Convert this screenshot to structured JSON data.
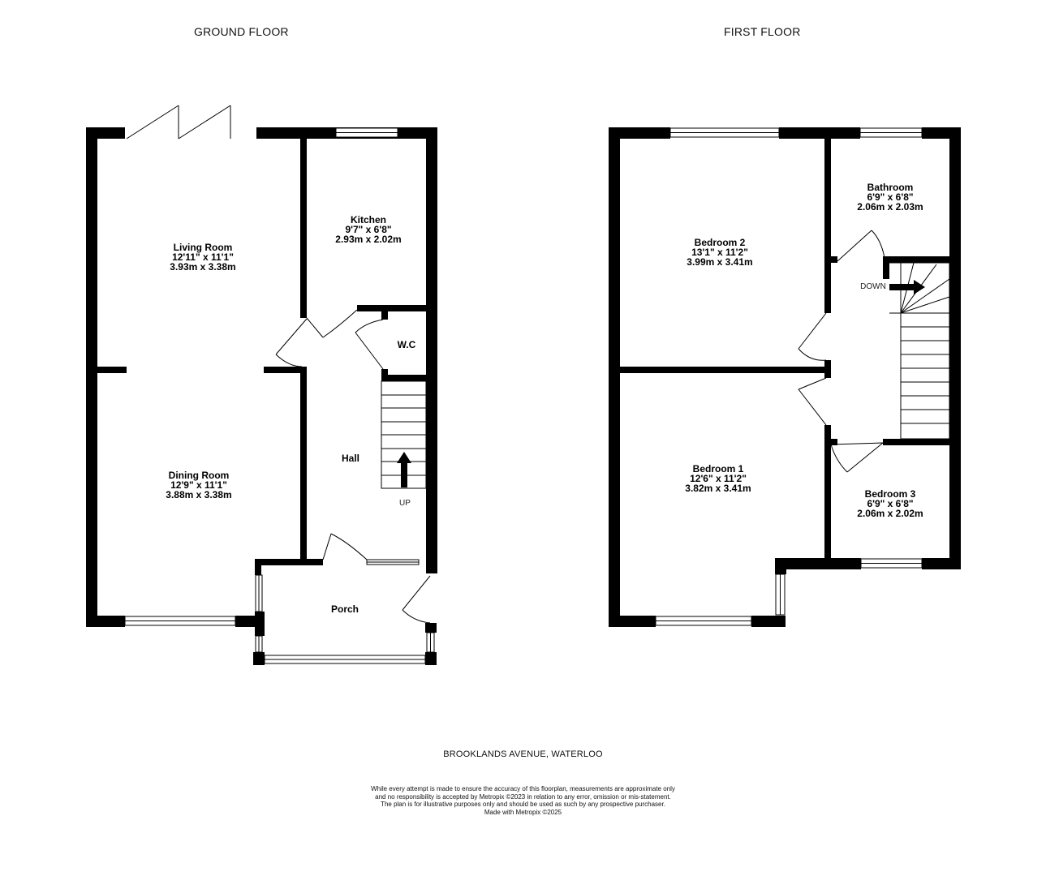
{
  "floors": {
    "ground_title": "GROUND FLOOR",
    "first_title": "FIRST FLOOR"
  },
  "rooms": {
    "living_room": {
      "name": "Living Room",
      "imperial": "12'11\" x 11'1\"",
      "metric": "3.93m x 3.38m"
    },
    "kitchen": {
      "name": "Kitchen",
      "imperial": "9'7\" x 6'8\"",
      "metric": "2.93m x 2.02m"
    },
    "dining_room": {
      "name": "Dining Room",
      "imperial": "12'9\" x 11'1\"",
      "metric": "3.88m x 3.38m"
    },
    "wc": {
      "name": "W.C"
    },
    "hall": {
      "name": "Hall"
    },
    "porch": {
      "name": "Porch"
    },
    "bedroom_2": {
      "name": "Bedroom 2",
      "imperial": "13'1\" x 11'2\"",
      "metric": "3.99m x 3.41m"
    },
    "bathroom": {
      "name": "Bathroom",
      "imperial": "6'9\" x 6'8\"",
      "metric": "2.06m x 2.03m"
    },
    "bedroom_1": {
      "name": "Bedroom 1",
      "imperial": "12'6\" x 11'2\"",
      "metric": "3.82m x 3.41m"
    },
    "bedroom_3": {
      "name": "Bedroom 3",
      "imperial": "6'9\" x 6'8\"",
      "metric": "2.06m x 2.02m"
    }
  },
  "stairs": {
    "up_label": "UP",
    "down_label": "DOWN"
  },
  "address": "BROOKLANDS AVENUE, WATERLOO",
  "disclaimer": {
    "line1": "While every attempt is made to ensure the accuracy of this floorplan, measurements are approximate only",
    "line2": "and no responsibility is accepted by Metropix ©2023 in relation to any error, omission or mis-statement.",
    "line3": "The plan is for illustrative purposes only and should be used as such by any prospective purchaser.",
    "line4": "Made with Metropix ©2025"
  }
}
